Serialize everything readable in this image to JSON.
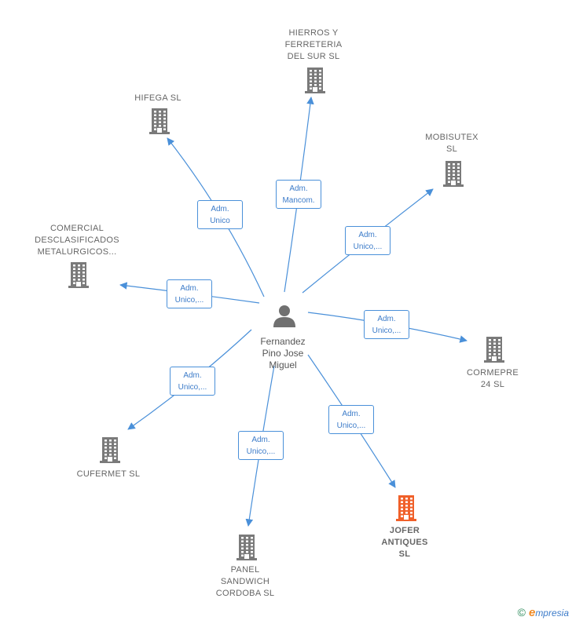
{
  "center": {
    "name": "Fernandez\nPino Jose\nMiguel",
    "icon": "person-icon"
  },
  "companies": [
    {
      "id": "hierros",
      "name": "HIERROS Y\nFERRETERIA\nDEL SUR SL",
      "icon": "building-icon",
      "highlight": false
    },
    {
      "id": "hifega",
      "name": "HIFEGA SL",
      "icon": "building-icon",
      "highlight": false
    },
    {
      "id": "mobisutex",
      "name": "MOBISUTEX\nSL",
      "icon": "building-icon",
      "highlight": false
    },
    {
      "id": "comercial",
      "name": "COMERCIAL\nDESCLASIFICADOS\nMETALURGICOS...",
      "icon": "building-icon",
      "highlight": false
    },
    {
      "id": "cormepre",
      "name": "CORMEPRE\n24  SL",
      "icon": "building-icon",
      "highlight": false
    },
    {
      "id": "cufermet",
      "name": "CUFERMET  SL",
      "icon": "building-icon",
      "highlight": false
    },
    {
      "id": "jofer",
      "name": "JOFER\nANTIQUES\nSL",
      "icon": "building-icon",
      "highlight": true
    },
    {
      "id": "panel",
      "name": "PANEL\nSANDWICH\nCORDOBA SL",
      "icon": "building-icon",
      "highlight": false
    }
  ],
  "relations": [
    {
      "target": "hierros",
      "label": "Adm.\nMancom."
    },
    {
      "target": "hifega",
      "label": "Adm.\nUnico"
    },
    {
      "target": "mobisutex",
      "label": "Adm.\nUnico,..."
    },
    {
      "target": "comercial",
      "label": "Adm.\nUnico,..."
    },
    {
      "target": "cormepre",
      "label": "Adm.\nUnico,..."
    },
    {
      "target": "cufermet",
      "label": "Adm.\nUnico,..."
    },
    {
      "target": "jofer",
      "label": "Adm.\nUnico,..."
    },
    {
      "target": "panel",
      "label": "Adm.\nUnico,..."
    }
  ],
  "colors": {
    "edge": "#4a90d9",
    "building": "#7a7a7a",
    "building_highlight": "#f0602a",
    "person": "#707070"
  },
  "footer": {
    "copyright": "©",
    "brand_initial": "e",
    "brand_rest": "mpresia"
  }
}
